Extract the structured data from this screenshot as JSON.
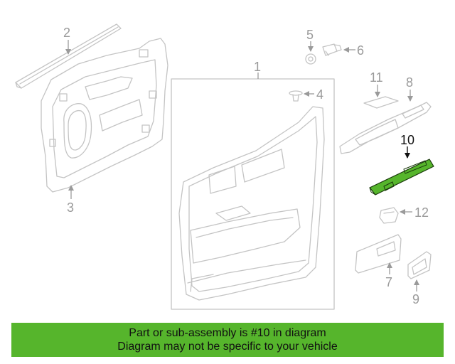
{
  "diagram": {
    "callouts": [
      {
        "id": "1",
        "label": "1",
        "highlighted": false
      },
      {
        "id": "2",
        "label": "2",
        "highlighted": false
      },
      {
        "id": "3",
        "label": "3",
        "highlighted": false
      },
      {
        "id": "4",
        "label": "4",
        "highlighted": false
      },
      {
        "id": "5",
        "label": "5",
        "highlighted": false
      },
      {
        "id": "6",
        "label": "6",
        "highlighted": false
      },
      {
        "id": "7",
        "label": "7",
        "highlighted": false
      },
      {
        "id": "8",
        "label": "8",
        "highlighted": false
      },
      {
        "id": "9",
        "label": "9",
        "highlighted": false
      },
      {
        "id": "10",
        "label": "10",
        "highlighted": true
      },
      {
        "id": "11",
        "label": "11",
        "highlighted": false
      },
      {
        "id": "12",
        "label": "12",
        "highlighted": false
      }
    ],
    "highlight_color": "#56b52c",
    "line_color": "#c4c4c4"
  },
  "banner": {
    "line1": "Part or sub-assembly is #10 in diagram",
    "line2": "Diagram may not be specific to your vehicle",
    "background": "#56b52c"
  }
}
